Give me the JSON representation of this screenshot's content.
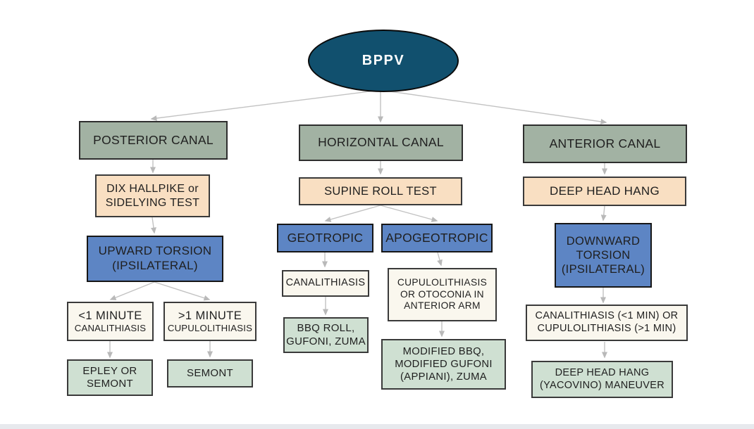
{
  "title": "BPPV treatment flowchart",
  "colors": {
    "root_fill": "#11506e",
    "canal_fill": "#a2b2a3",
    "test_fill": "#f9dfc2",
    "finding_fill": "#5d85c4",
    "classification_fill": "#faf7ee",
    "maneuver_fill": "#cfe0d2",
    "connector": "#bdbdbd",
    "bottom_strip": "#e7e9ed"
  },
  "root": {
    "label": "BPPV"
  },
  "nodes": {
    "posterior_canal": {
      "label": "POSTERIOR CANAL"
    },
    "dix_hallpike": {
      "label": "DIX HALLPIKE or\nSIDELYING TEST"
    },
    "upward_torsion": {
      "label": "UPWARD TORSION\n(IPSILATERAL)"
    },
    "lt1_minute": {
      "line1": "<1 MINUTE",
      "line2": "CANALITHIASIS"
    },
    "gt1_minute": {
      "line1": ">1 MINUTE",
      "line2": "CUPULOLITHIASIS"
    },
    "epley_or_semont": {
      "label": "EPLEY OR\nSEMONT"
    },
    "semont": {
      "label": "SEMONT"
    },
    "horizontal_canal": {
      "label": "HORIZONTAL CANAL"
    },
    "supine_roll_test": {
      "label": "SUPINE ROLL TEST"
    },
    "geotropic": {
      "label": "GEOTROPIC"
    },
    "apogeotropic": {
      "label": "APOGEOTROPIC"
    },
    "canalithiasis": {
      "label": "CANALITHIASIS"
    },
    "cupulolithiasis_otoconia": {
      "label": "CUPULOLITHIASIS\nOR OTOCONIA IN\nANTERIOR ARM"
    },
    "bbq_roll": {
      "label": "BBQ ROLL,\nGUFONI, ZUMA"
    },
    "modified_bbq": {
      "label": "MODIFIED BBQ,\nMODIFIED GUFONI\n(APPIANI), ZUMA"
    },
    "anterior_canal": {
      "label": "ANTERIOR CANAL"
    },
    "deep_head_hang": {
      "label": "DEEP HEAD HANG"
    },
    "downward_torsion": {
      "label": "DOWNWARD\nTORSION\n(IPSILATERAL)"
    },
    "canal_or_cupulo_min": {
      "label": "CANALITHIASIS (<1 MIN) OR\nCUPULOLITHIASIS (>1 MIN)"
    },
    "yacovino": {
      "label": "DEEP HEAD HANG\n(YACOVINO) MANEUVER"
    }
  }
}
